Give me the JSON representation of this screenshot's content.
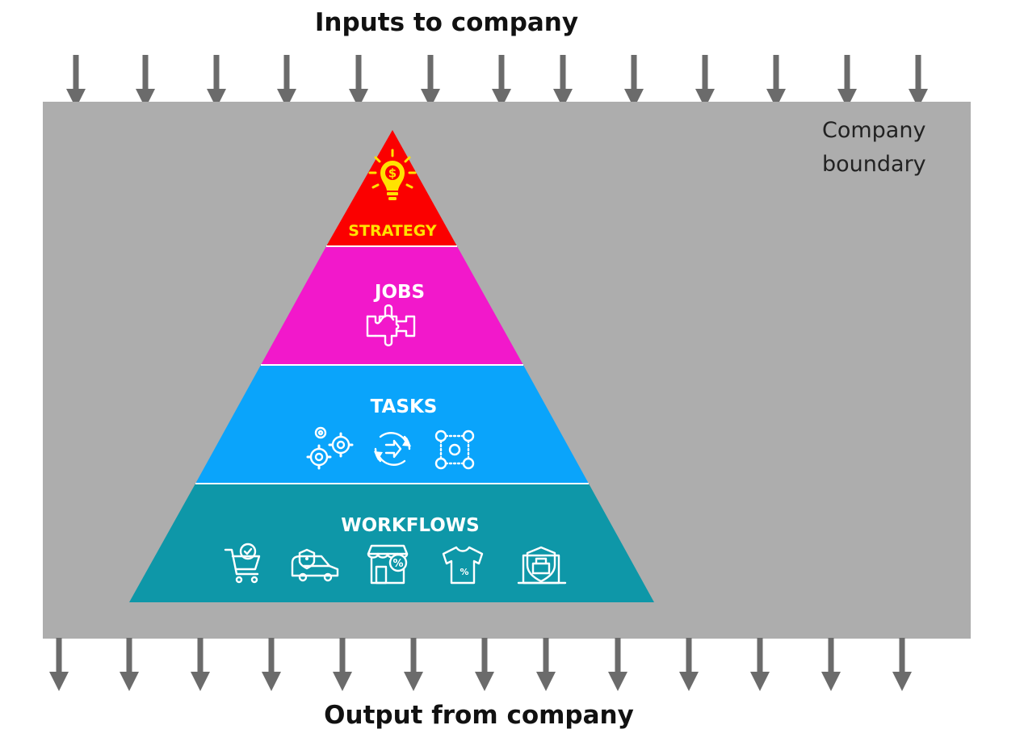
{
  "title_top": "Inputs to company",
  "title_bottom": "Output from company",
  "boundary_label_line1": "Company",
  "boundary_label_line2": "boundary",
  "tiers": {
    "strategy": "STRATEGY",
    "jobs": "JOBS",
    "tasks": "TASKS",
    "workflows": "WORKFLOWS"
  },
  "icons": {
    "strategy": [
      "lightbulb-dollar-icon"
    ],
    "jobs": [
      "puzzle-hand-icon"
    ],
    "tasks": [
      "gears-icon",
      "refresh-cycle-icon",
      "network-nodes-icon"
    ],
    "workflows": [
      "shopping-cart-icon",
      "delivery-van-icon",
      "discount-store-icon",
      "tshirt-discount-icon",
      "secure-box-icon"
    ]
  },
  "colors": {
    "boundary": "#adadad",
    "arrow": "#6b6b6b",
    "strategy": "#fb0000",
    "strategy_text": "#ffe200",
    "jobs": "#f218cb",
    "tasks": "#0aa4fb",
    "workflows": "#0e97a8"
  }
}
